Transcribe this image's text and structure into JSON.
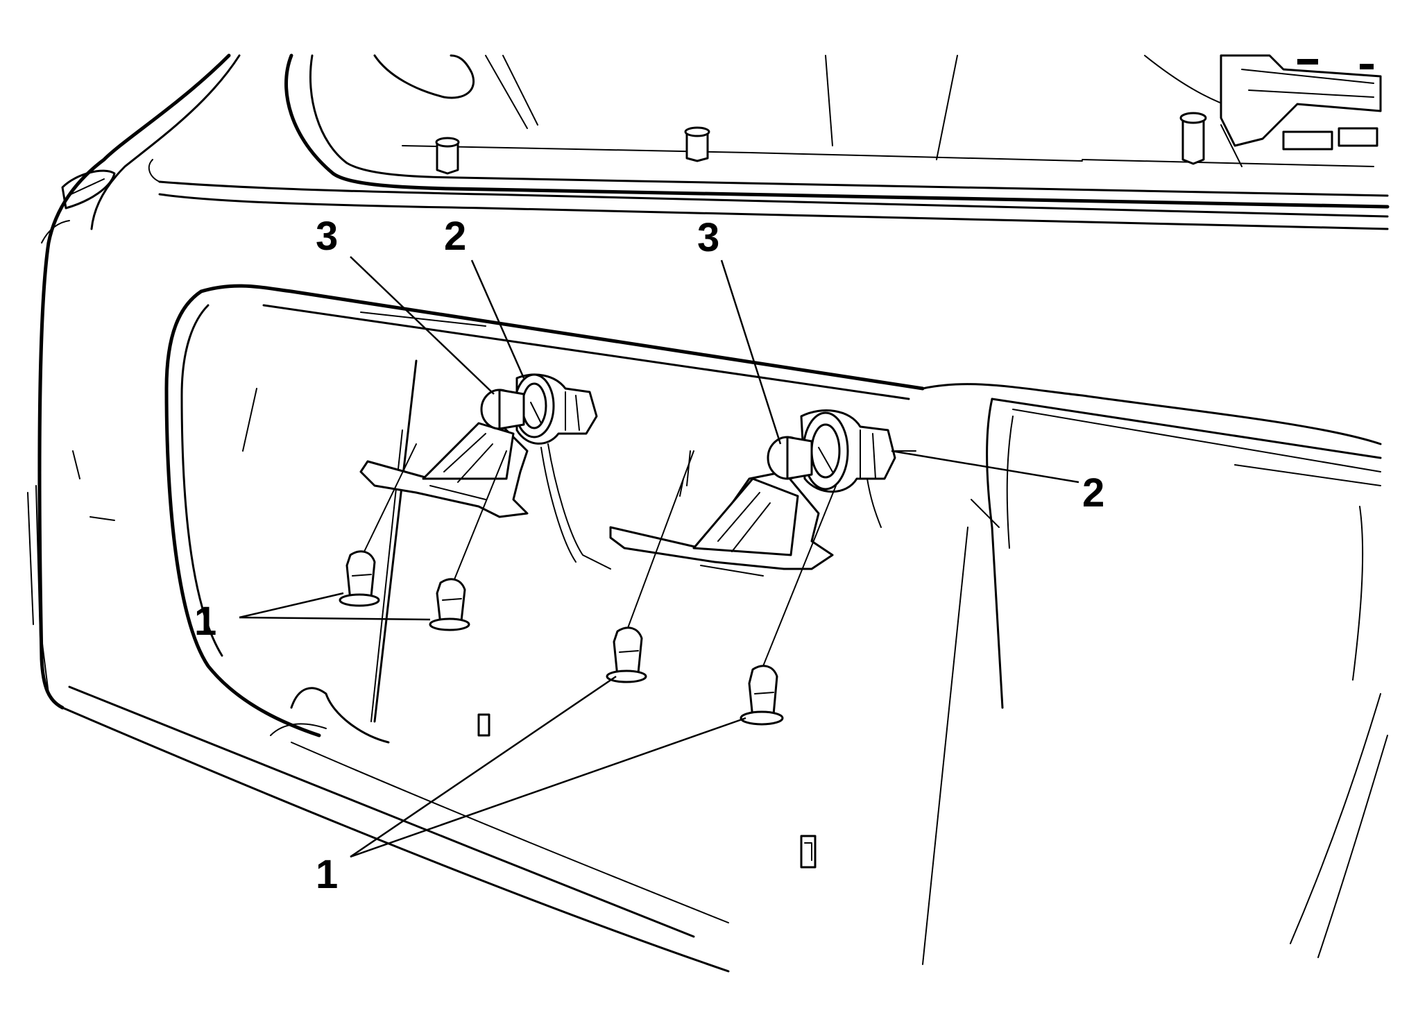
{
  "callouts": [
    {
      "id": "fastener-left",
      "label": "1"
    },
    {
      "id": "fastener-bottom",
      "label": "1"
    },
    {
      "id": "socket-left",
      "label": "2"
    },
    {
      "id": "socket-right",
      "label": "2"
    },
    {
      "id": "bulb-left",
      "label": "3"
    },
    {
      "id": "bulb-right",
      "label": "3"
    }
  ]
}
